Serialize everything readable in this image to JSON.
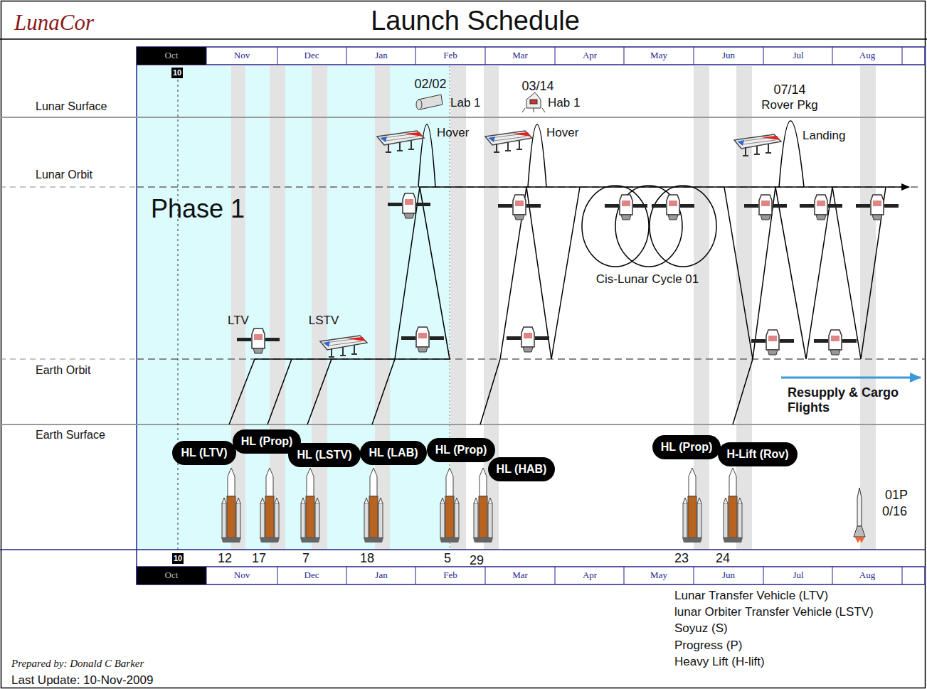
{
  "diagram": {
    "title": "Launch Schedule",
    "nodes": [
      {
        "text": [
          "HL (LTV)"
        ]
      },
      {
        "text": [
          "HL (Prop)"
        ]
      },
      {
        "text": [
          "HL (LSTV)"
        ]
      },
      {
        "text": [
          "HL (LAB)"
        ]
      },
      {
        "text": [
          "HL (Prop)"
        ]
      },
      {
        "text": [
          "HL (HAB)"
        ]
      },
      {
        "text": [
          "HL (Prop)"
        ]
      },
      {
        "text": [
          "H-Lift (Rov)"
        ]
      }
    ],
    "labels": [
      "LunaCor",
      "Oct",
      "Nov",
      "Dec",
      "Jan",
      "Feb",
      "Mar",
      "Apr",
      "May",
      "Jun",
      "Jul",
      "Aug",
      "10",
      "Lunar Surface",
      "Lunar Orbit",
      "Earth Orbit",
      "Earth Surface",
      "Phase 1",
      "02/02",
      "Lab 1",
      "03/14",
      "Hab 1",
      "07/14",
      "Rover Pkg",
      "Hover",
      "Hover",
      "Landing",
      "LTV",
      "LSTV",
      "Cis-Lunar Cycle 01",
      "Resupply & Cargo Flights",
      "01P",
      "0/16",
      "10",
      "12",
      "17",
      "7",
      "18",
      "5",
      "29",
      "23",
      "24",
      "Oct",
      "Nov",
      "Dec",
      "Jan",
      "Feb",
      "Mar",
      "Apr",
      "May",
      "Jun",
      "Jul",
      "Aug",
      "Lunar Transfer Vehicle (LTV)",
      "lunar Orbiter Transfer Vehicle (LSTV)",
      "Soyuz (S)",
      "Progress (P)",
      "Heavy Lift (H-lift)",
      "Prepared by: Donald C Barker",
      "Last Update: 10-Nov-2009"
    ]
  }
}
